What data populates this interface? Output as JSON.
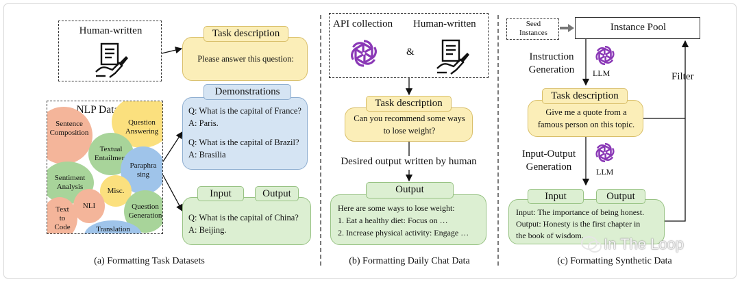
{
  "panel_a": {
    "human_written": "Human-written",
    "task_description_tab": "Task description",
    "task_description_text": "Please answer this question:",
    "nlp_title": "NLP  Datasets",
    "nlp_datasets": {
      "sentence_composition": [
        "Sentence",
        "Composition"
      ],
      "question_answering": [
        "Question",
        "Answering"
      ],
      "textual_entailment": [
        "Textual",
        "Entailment"
      ],
      "paraphrasing": [
        "Paraphra",
        "sing"
      ],
      "sentiment_analysis": [
        "Sentiment",
        "Analysis"
      ],
      "misc": [
        "Misc."
      ],
      "question_generation": [
        "Question",
        "Generation"
      ],
      "nli": [
        "NLI"
      ],
      "text_to_code": [
        "Text",
        "to",
        "Code"
      ],
      "translation": [
        "Translation"
      ]
    },
    "demonstrations_tab": "Demonstrations",
    "demonstrations_text": [
      "Q: What is the capital of France?",
      "A: Paris.",
      "Q: What is the capital of Brazil?",
      "A: Brasilia"
    ],
    "input_tab": "Input",
    "output_tab": "Output",
    "io_text": [
      "Q: What is the capital of China?",
      "A: Beijing."
    ],
    "caption": "(a) Formatting Task Datasets"
  },
  "panel_b": {
    "api_collection": "API collection",
    "human_written": "Human-written",
    "ampersand": "&",
    "task_description_tab": "Task description",
    "task_description_text": [
      "Can you recommend some ways",
      "to lose weight?"
    ],
    "desired_output": "Desired output written by human",
    "output_tab": "Output",
    "output_text": [
      "Here are some ways to lose weight:",
      "1. Eat a healthy diet: Focus on …",
      "2. Increase physical activity: Engage …"
    ],
    "caption": "(b) Formatting Daily Chat Data"
  },
  "panel_c": {
    "seed_instances": [
      "Seed",
      "Instances"
    ],
    "instance_pool": "Instance Pool",
    "instruction_generation": [
      "Instruction",
      "Generation"
    ],
    "llm_1": "LLM",
    "filter": "Filter",
    "task_description_tab": "Task description",
    "task_description_text": [
      "Give me a quote from a",
      "famous person on this topic."
    ],
    "io_generation": [
      "Input-Output",
      "Generation"
    ],
    "llm_2": "LLM",
    "input_tab": "Input",
    "output_tab": "Output",
    "io_text": [
      "Input: The importance of being honest.",
      "Output: Honesty is the first chapter in",
      "the book of wisdom."
    ],
    "caption": "(c) Formatting Synthetic Data"
  },
  "watermark": "In The Loop",
  "colors": {
    "yellow_fill": "#fbeeb8",
    "blue_fill": "#d5e4f3",
    "green_fill": "#dcefd2",
    "coral": "#f4b59a",
    "green_circle": "#a8d49a",
    "blue_circle": "#9fc4ea",
    "yellow_circle": "#fbe07e",
    "openai_purple": "#8a38b6"
  },
  "icons": [
    "hand-writing-document-icon",
    "openai-logo-icon",
    "right-arrow-icon",
    "wechat-icon"
  ]
}
